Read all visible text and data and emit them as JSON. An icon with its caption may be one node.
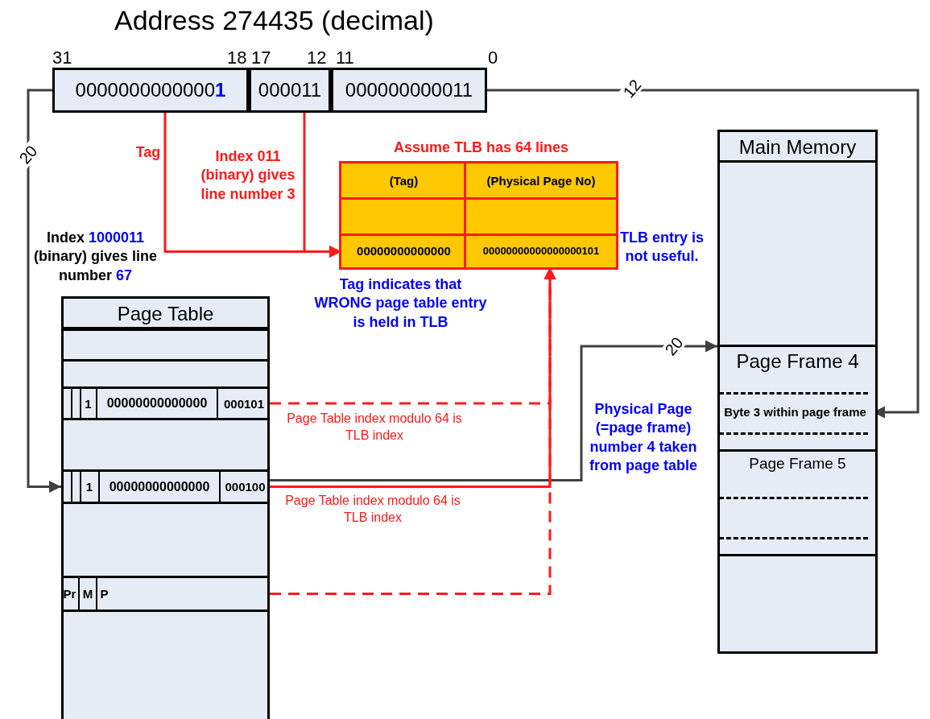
{
  "diagram": {
    "title": "Address 274435  (decimal)",
    "nodes": [
      {
        "text": [
          "0000000000000**1**"
        ]
      },
      {
        "text": [
          "000011"
        ]
      },
      {
        "text": [
          "000000000011"
        ]
      },
      {
        "text": [
          "Assume TLB has 64 lines"
        ]
      },
      {
        "text": [
          "(Tag)"
        ],
        "in": 3
      },
      {
        "text": [
          "(Physical Page No)"
        ],
        "in": 3
      },
      {
        "text": [
          "00000000000000"
        ],
        "in": 3
      },
      {
        "text": [
          "00000000000000000101"
        ],
        "in": 3
      },
      {
        "text": [
          "Page Table"
        ]
      },
      {
        "text": [
          "1",
          "00000000000000",
          "000101"
        ],
        "in": 8
      },
      {
        "text": [
          "1",
          "00000000000000",
          "000100"
        ],
        "in": 8
      },
      {
        "text": [
          "Pr",
          "M",
          "P"
        ],
        "in": 8
      },
      {
        "text": [
          "Main Memory"
        ]
      },
      {
        "text": [
          "Page Frame 4"
        ],
        "in": 12
      },
      {
        "text": [
          "Byte 3 within page frame"
        ],
        "in": 13
      },
      {
        "text": [
          "Page Frame 5"
        ],
        "in": 12
      }
    ],
    "edges": [
      {
        "from": 0,
        "to": 6,
        "arrow": "to",
        "label": "Tag"
      },
      {
        "from": 1,
        "to": 6,
        "arrow": "to",
        "label": "Index 011 (binary) gives line number 3"
      },
      {
        "from": 0,
        "to": 10,
        "arrow": "to",
        "label": "20",
        "color": "#404040"
      },
      {
        "from": 2,
        "to": 14,
        "arrow": "to",
        "label": "12",
        "color": "#404040"
      },
      {
        "from": 10,
        "to": 13,
        "arrow": "to",
        "label": "20",
        "color": "#404040"
      },
      {
        "from": 9,
        "to": 7,
        "arrow": "to",
        "style": "dashed",
        "label": "Page Table index modulo 64 is TLB index"
      },
      {
        "from": 10,
        "to": 7,
        "arrow": "to",
        "label": "Page Table index modulo 64 is TLB index"
      },
      {
        "from": 11,
        "to": 7,
        "arrow": "to",
        "style": "dashed"
      }
    ],
    "labels": [
      "31",
      "18",
      "17",
      "12",
      "11",
      "0",
      "Index **1000011** (binary) gives line number **67**",
      "Tag indicates that WRONG page table entry is held in TLB",
      "TLB entry is not useful.",
      "Physical Page (=page frame) number 4 taken from page table"
    ]
  }
}
